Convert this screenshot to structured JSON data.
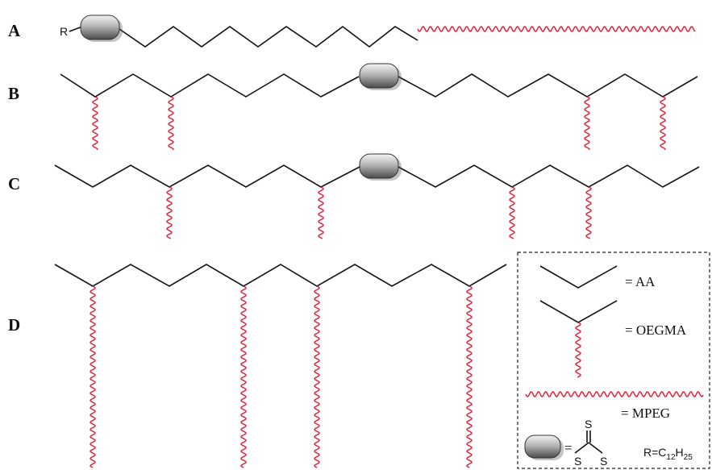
{
  "rows": [
    {
      "label": "A",
      "r_label": "R"
    },
    {
      "label": "B"
    },
    {
      "label": "C"
    },
    {
      "label": "D"
    }
  ],
  "legend": {
    "aa_label": "= AA",
    "oegma_label": "= OEGMA",
    "mpeg_label": "= MPEG",
    "raft_equals": "=",
    "raft_atom_top": "S",
    "raft_atom_left": "S",
    "raft_atom_right": "S",
    "r_def_prefix": "R=C",
    "r_def_sub1": "12",
    "r_def_mid": "H",
    "r_def_sub2": "25"
  },
  "colors": {
    "backbone": "#111111",
    "mpeg": "#e8213a",
    "raft_agent": "#9a9a9a"
  }
}
